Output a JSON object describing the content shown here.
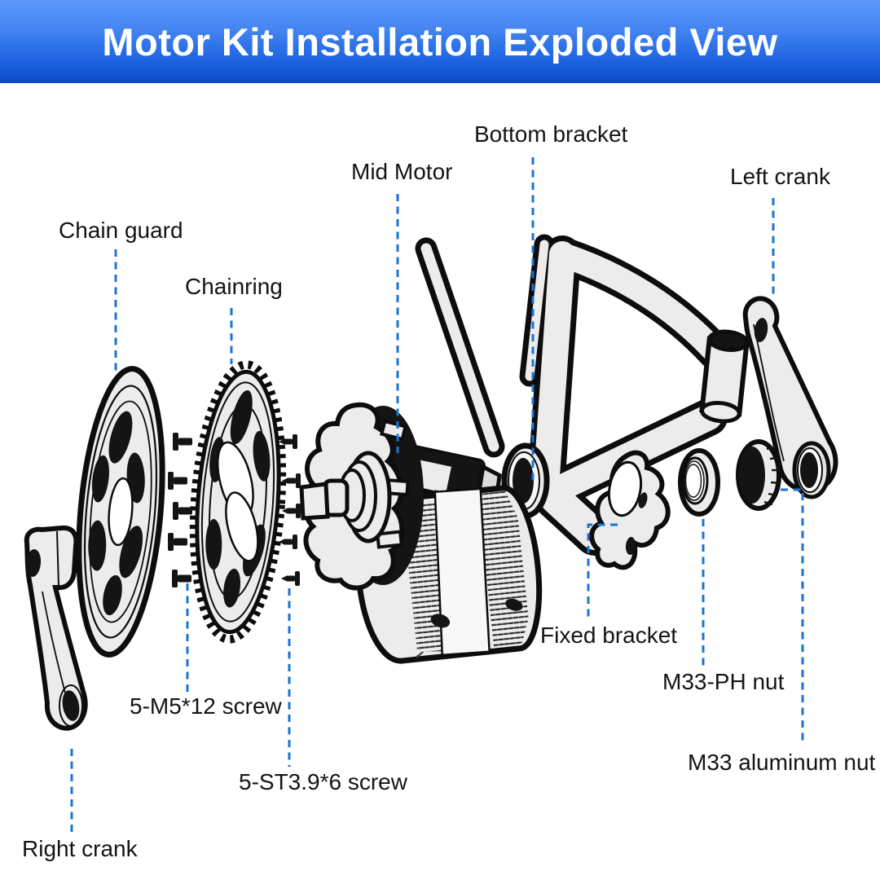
{
  "header": {
    "title": "Motor Kit Installation Exploded View",
    "bg_top_color": "#5b98f8",
    "bg_bottom_color": "#0b4ac9",
    "text_color": "#ffffff"
  },
  "diagram": {
    "leader_line_color": "#1b74d0",
    "outline_color": "#0d0d0d",
    "part_fill_color": "#ececec",
    "label_text_color": "#141414",
    "labels": {
      "chain_guard": "Chain guard",
      "chainring": "Chainring",
      "mid_motor": "Mid Motor",
      "bottom_bracket": "Bottom bracket",
      "left_crank": "Left crank",
      "right_crank": "Right crank",
      "m5_screw": "5-M5*12 screw",
      "st_screw": "5-ST3.9*6 screw",
      "fixed_bracket": "Fixed bracket",
      "m33_ph_nut": "M33-PH nut",
      "m33_aluminum_nut": "M33 aluminum nut"
    }
  }
}
